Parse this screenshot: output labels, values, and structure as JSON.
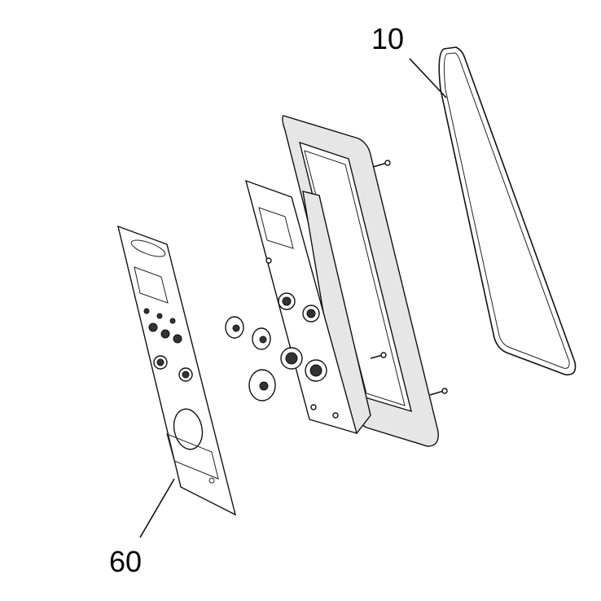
{
  "callouts": [
    {
      "id": "10",
      "label": "10",
      "part": "gasket"
    },
    {
      "id": "60",
      "label": "60",
      "part": "front-panel-label"
    }
  ]
}
